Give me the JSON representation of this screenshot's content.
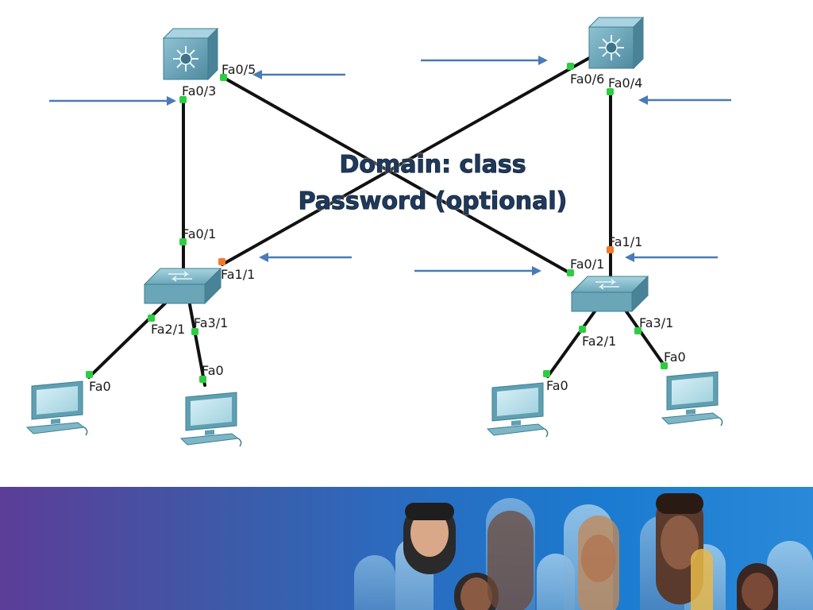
{
  "caption": {
    "domain": "Domain: class",
    "password": "Password (optional)"
  },
  "ports": {
    "ml_fa0_5": "Fa0/5",
    "ml_fa0_3": "Fa0/3",
    "mr_fa0_6": "Fa0/6",
    "mr_fa0_4": "Fa0/4",
    "sl_fa0_1": "Fa0/1",
    "sl_fa1_1": "Fa1/1",
    "sl_fa2_1": "Fa2/1",
    "sl_fa3_1": "Fa3/1",
    "sr_fa1_1": "Fa1/1",
    "sr_fa0_1": "Fa0/1",
    "sr_fa2_1": "Fa2/1",
    "sr_fa3_1": "Fa3/1",
    "pc1_fa0": "Fa0",
    "pc2_fa0": "Fa0",
    "pc3_fa0": "Fa0",
    "pc4_fa0": "Fa0"
  },
  "colors": {
    "link": "#111111",
    "port_up": "#2ecc40",
    "port_blocked": "#f07b2a",
    "arrow": "#4a7ab8",
    "device": "#6aa6b8",
    "banner_start": "#5c3d98",
    "banner_end": "#2a89d8"
  },
  "icons": {
    "multilayer_switch": "multilayer-switch-icon",
    "switch": "switch-icon",
    "pc": "pc-icon"
  }
}
